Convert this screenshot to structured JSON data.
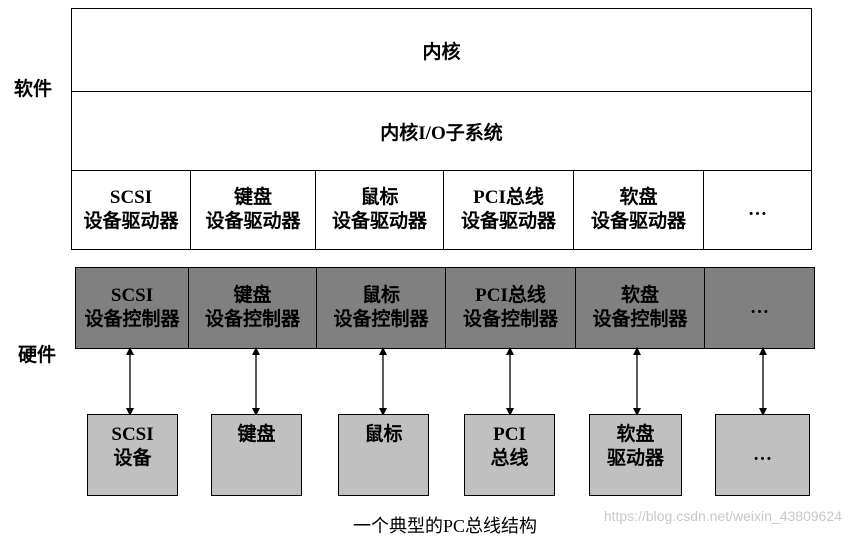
{
  "labels": {
    "software": "软件",
    "hardware": "硬件"
  },
  "kernel": "内核",
  "io_subsystem": "内核I/O子系统",
  "drivers": [
    {
      "line1": "SCSI",
      "line2": "设备驱动器"
    },
    {
      "line1": "键盘",
      "line2": "设备驱动器"
    },
    {
      "line1": "鼠标",
      "line2": "设备驱动器"
    },
    {
      "line1": "PCI总线",
      "line2": "设备驱动器"
    },
    {
      "line1": "软盘",
      "line2": "设备驱动器"
    },
    {
      "line1": "…",
      "line2": ""
    }
  ],
  "controllers": [
    {
      "line1": "SCSI",
      "line2": "设备控制器"
    },
    {
      "line1": "键盘",
      "line2": "设备控制器"
    },
    {
      "line1": "鼠标",
      "line2": "设备控制器"
    },
    {
      "line1": "PCI总线",
      "line2": "设备控制器"
    },
    {
      "line1": "软盘",
      "line2": "设备控制器"
    },
    {
      "line1": "…",
      "line2": ""
    }
  ],
  "devices": [
    {
      "line1": "SCSI",
      "line2": "设备"
    },
    {
      "line1": "键盘",
      "line2": ""
    },
    {
      "line1": "鼠标",
      "line2": ""
    },
    {
      "line1": "PCI",
      "line2": "总线"
    },
    {
      "line1": "软盘",
      "line2": "驱动器"
    },
    {
      "line1": "…",
      "line2": ""
    }
  ],
  "caption": "一个典型的PC总线结构",
  "watermark": "https://blog.csdn.net/weixin_43809624"
}
